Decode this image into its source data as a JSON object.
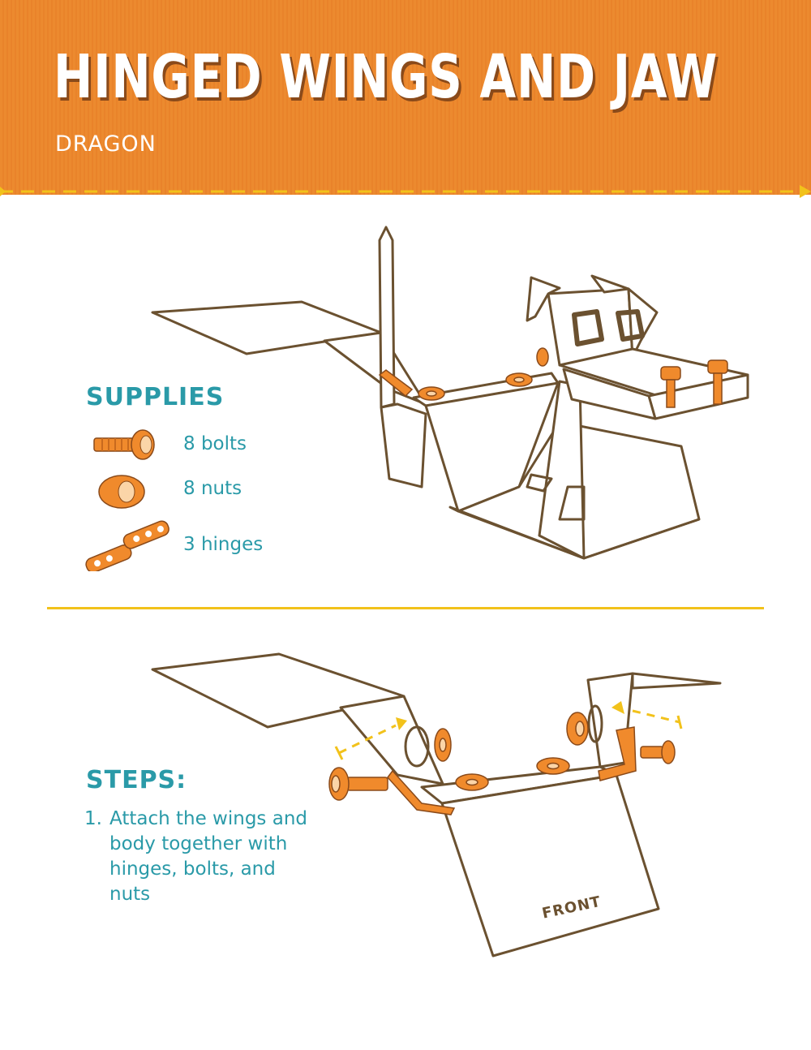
{
  "header": {
    "title": "HINGED WINGS AND JAW",
    "subtitle": "DRAGON"
  },
  "supplies": {
    "heading": "SUPPLIES",
    "items": [
      {
        "icon": "bolt-icon",
        "label": "8 bolts"
      },
      {
        "icon": "nut-icon",
        "label": "8 nuts"
      },
      {
        "icon": "hinge-icon",
        "label": "3 hinges"
      }
    ]
  },
  "steps": {
    "heading": "STEPS:",
    "items": [
      {
        "number": "1.",
        "text": "Attach the wings and body together with hinges, bolts, and nuts"
      }
    ]
  },
  "diagram": {
    "front_label": "FRONT"
  },
  "colors": {
    "header_orange": "#ec8a2f",
    "accent_yellow": "#f2c21b",
    "teal_text": "#2a9aa8",
    "line_brown": "#6b5130",
    "part_orange": "#f08a2c"
  }
}
